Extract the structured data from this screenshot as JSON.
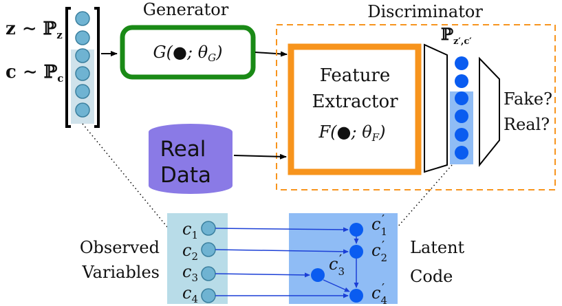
{
  "inputs": {
    "z_label": "z ∼ ℙ",
    "z_sub": "z",
    "c_label": "c ∼ ℙ",
    "c_sub": "c"
  },
  "generator": {
    "title": "Generator",
    "func": "G(●; θ",
    "func_sub": "G",
    "func_close": ")"
  },
  "discriminator": {
    "title": "Discriminator",
    "feature_line1": "Feature",
    "feature_line2": "Extractor",
    "func": "F(●; θ",
    "func_sub": "F",
    "func_close": ")",
    "dist_label": "ℙ",
    "dist_sub": "z′,c′",
    "output_line1": "Fake?",
    "output_line2": "Real?"
  },
  "real_data": {
    "line1": "Real",
    "line2": "Data"
  },
  "observed": {
    "caption_line1": "Observed",
    "caption_line2": "Variables",
    "vars": [
      {
        "name": "c",
        "sub": "1"
      },
      {
        "name": "c",
        "sub": "2"
      },
      {
        "name": "c",
        "sub": "3"
      },
      {
        "name": "c",
        "sub": "4"
      }
    ]
  },
  "latent": {
    "caption_line1": "Latent",
    "caption_line2": "Code",
    "vars": [
      {
        "name": "c",
        "sub": "1",
        "prime": "′"
      },
      {
        "name": "c",
        "sub": "2",
        "prime": "′"
      },
      {
        "name": "c",
        "sub": "3",
        "prime": "′"
      },
      {
        "name": "c",
        "sub": "4",
        "prime": "′"
      }
    ]
  },
  "colors": {
    "generator_border": "#1a8a16",
    "feature_border": "#f7941d",
    "discriminator_dash": "#f7941d",
    "real_data_fill": "#8a7ae6",
    "input_node": "#6fb3d2",
    "input_band": "#cfe2eb",
    "latent_node": "#0a5cf0",
    "latent_band": "#8fbcf5",
    "observed_band": "#b8dce8",
    "arrow_blue": "#1b3fd6"
  }
}
